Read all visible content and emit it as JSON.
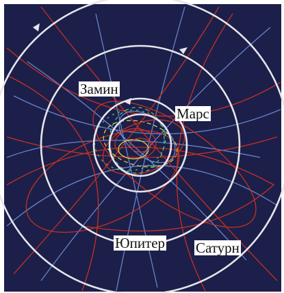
{
  "labels": {
    "earth": "Замин",
    "mars": "Марс",
    "jupiter": "Юпитер",
    "saturn": "Сатурн"
  },
  "colors": {
    "background": "#1c1f4a",
    "planet_orbit": "#e6e6ea",
    "comet_orbit_red": "#d8331c",
    "comet_orbit_blue": "#6f8fd6",
    "inner_yellow": "#d9e04a",
    "inner_green": "#4fd07a"
  }
}
